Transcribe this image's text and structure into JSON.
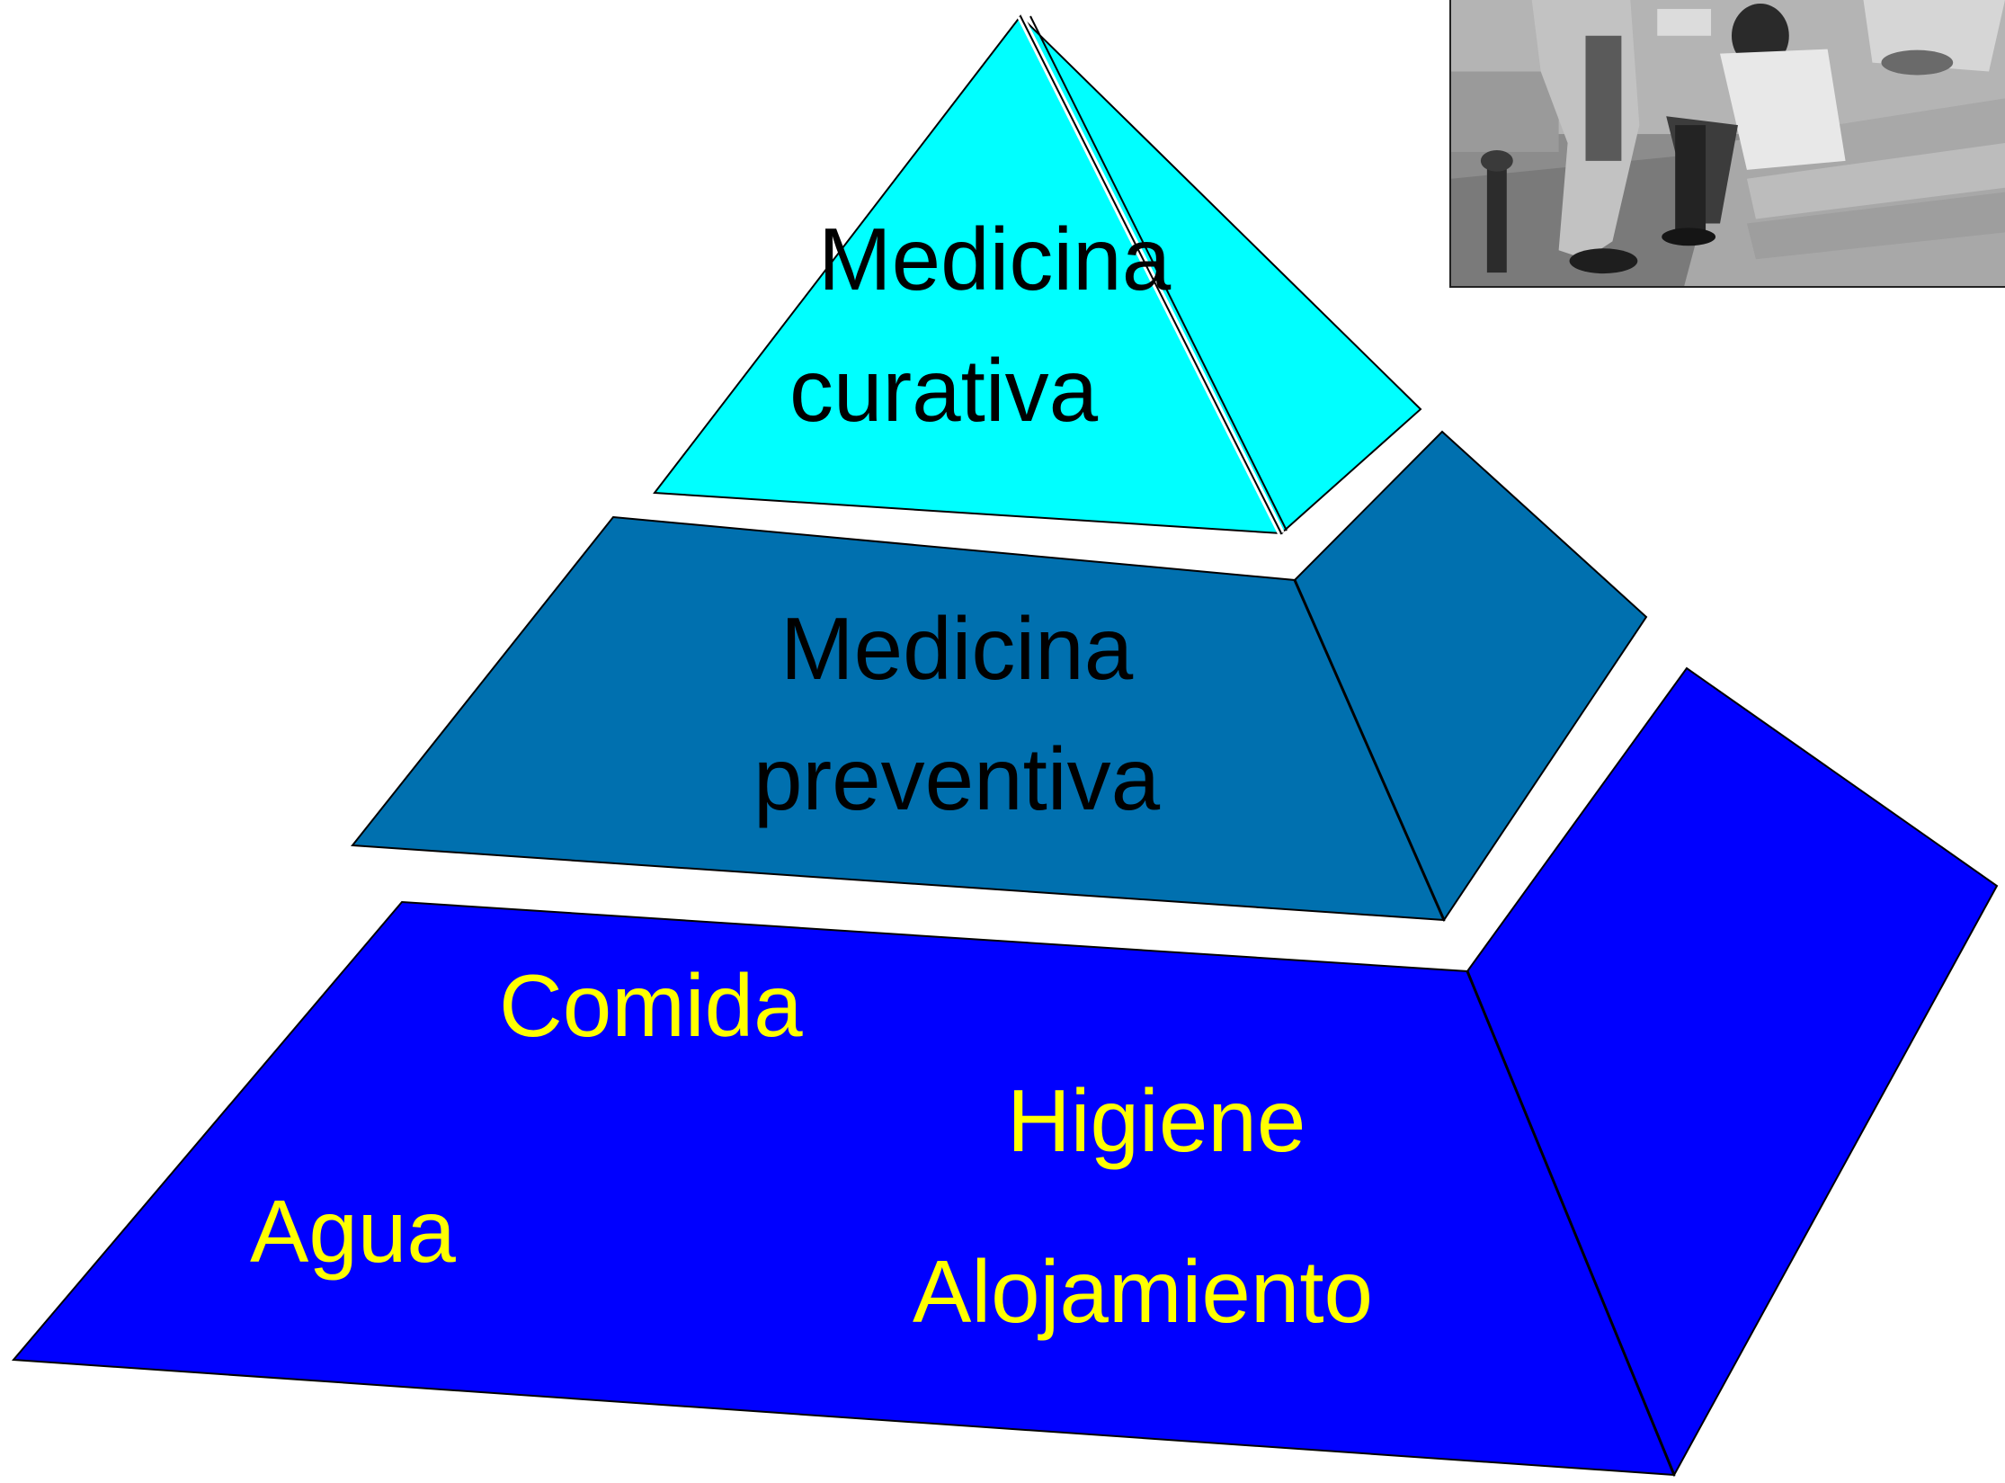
{
  "tiers": {
    "top": {
      "line1": "Medicina",
      "line2": "curativa",
      "front_color": "#00FFFF",
      "side_color": "#00FFFF",
      "text_color": "#000000"
    },
    "middle": {
      "line1": "Medicina",
      "line2": "preventiva",
      "front_color": "#0070AF",
      "side_color": "#0070AF",
      "text_color": "#000000"
    },
    "bottom": {
      "items": {
        "comida": "Comida",
        "higiene": "Higiene",
        "agua": "Agua",
        "alojamiento": "Alojamiento"
      },
      "front_color": "#0000FF",
      "side_color": "#0000FF",
      "text_color": "#FFFF00"
    }
  },
  "photo": {
    "description_icon": "photo-prosthetic-leg-fitting",
    "style": "grayscale"
  }
}
